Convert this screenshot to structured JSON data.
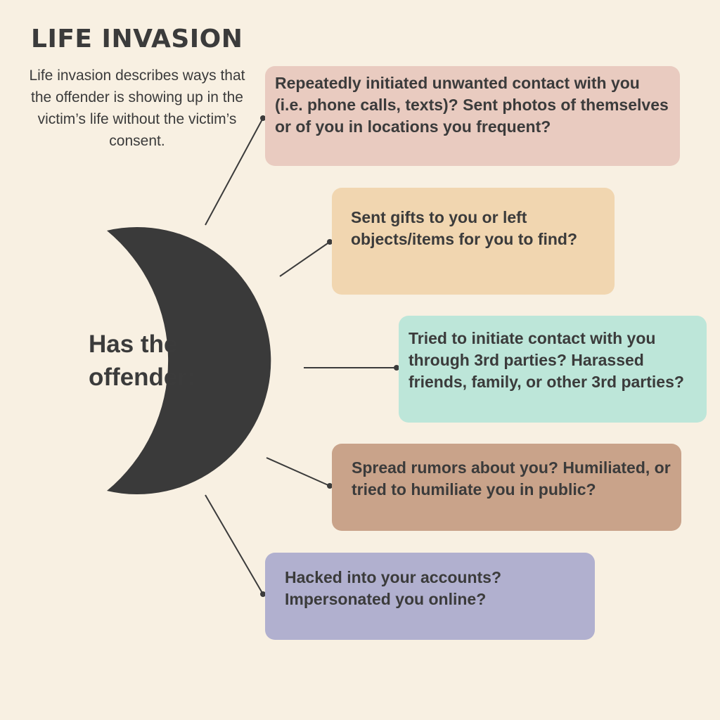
{
  "title": "LIFE INVASION",
  "description": "Life invasion describes ways that the offender is showing up in the victim’s life without the victim’s consent.",
  "prompt": "Has the offender:",
  "colors": {
    "background": "#f8f0e2",
    "text": "#3b3b3b",
    "arc": "#3a3a3a"
  },
  "items": [
    {
      "text": "Repeatedly initiated unwanted contact with you (i.e. phone calls, texts)? Sent photos of themselves or of you in locations you frequent?",
      "color": "#e9cbc0"
    },
    {
      "text": "Sent gifts to you or left objects/items for you to find?",
      "color": "#f1d6b0"
    },
    {
      "text": "Tried to initiate contact with you through 3rd parties? Harassed friends, family, or other 3rd parties?",
      "color": "#bde6d9"
    },
    {
      "text": "Spread rumors about you? Humiliated, or tried to humiliate you in public?",
      "color": "#c9a38a"
    },
    {
      "text": "Hacked into your accounts? Impersonated you online?",
      "color": "#b1b0cf"
    }
  ]
}
